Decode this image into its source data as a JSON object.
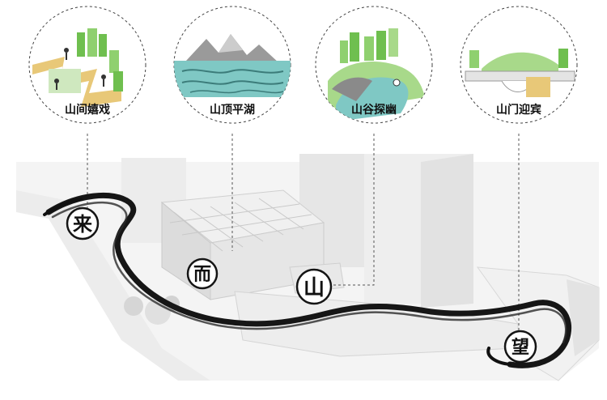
{
  "scenes": [
    {
      "key": "shanjian",
      "label": "山间嬉戏"
    },
    {
      "key": "shanding",
      "label": "山顶平湖"
    },
    {
      "key": "shangu",
      "label": "山谷探幽"
    },
    {
      "key": "shanmen",
      "label": "山门迎宾"
    }
  ],
  "path_markers": [
    {
      "key": "lai",
      "char": "来"
    },
    {
      "key": "er",
      "char": "而"
    },
    {
      "key": "shan",
      "char": "山"
    },
    {
      "key": "wang",
      "char": "望"
    }
  ],
  "colors": {
    "green_dark": "#6fbf4f",
    "green_light": "#a8d98a",
    "water": "#7fc8c4",
    "sand": "#e8c878",
    "building": "#e4e4e4",
    "ink": "#151515"
  }
}
